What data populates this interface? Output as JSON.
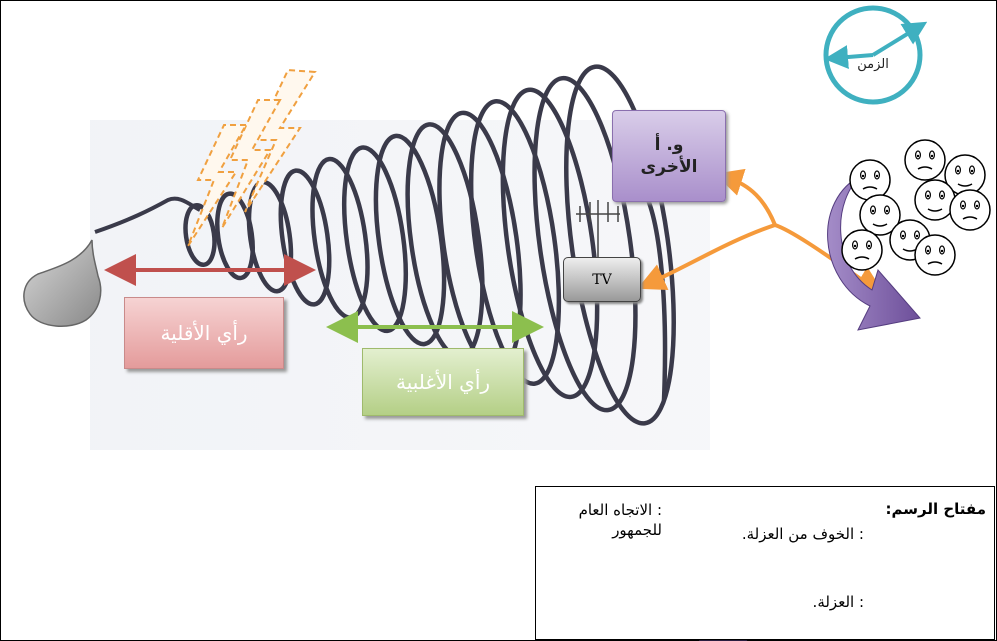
{
  "labels": {
    "time": "الزمن",
    "minority_opinion": "رأي الأقلية",
    "majority_opinion": "رأي الأغلبية",
    "media_line1": "و. أ",
    "media_line2": "الأخرى",
    "tv": "TV"
  },
  "legend": {
    "title": "مفتاح الرسم:",
    "fear_of_isolation": ": الخوف من العزلة.",
    "isolation": ": العزلة.",
    "general_trend": ": الاتجاه العام للجمهور"
  },
  "colors": {
    "minority_arrow": "#c0504d",
    "majority_arrow": "#8cbf4e",
    "media_arrows": "#f59a3b",
    "fear_bolts": "#f0a040",
    "time_clock": "#3fb0c0",
    "trend_arrow": "#8064a2",
    "spiral": "#3a3a4a"
  },
  "icons": [
    "clock-icon",
    "lightning-bolt-icon",
    "speech-bubble-icon",
    "antenna-icon",
    "crowd-faces-icon",
    "curved-arrow-icon"
  ]
}
